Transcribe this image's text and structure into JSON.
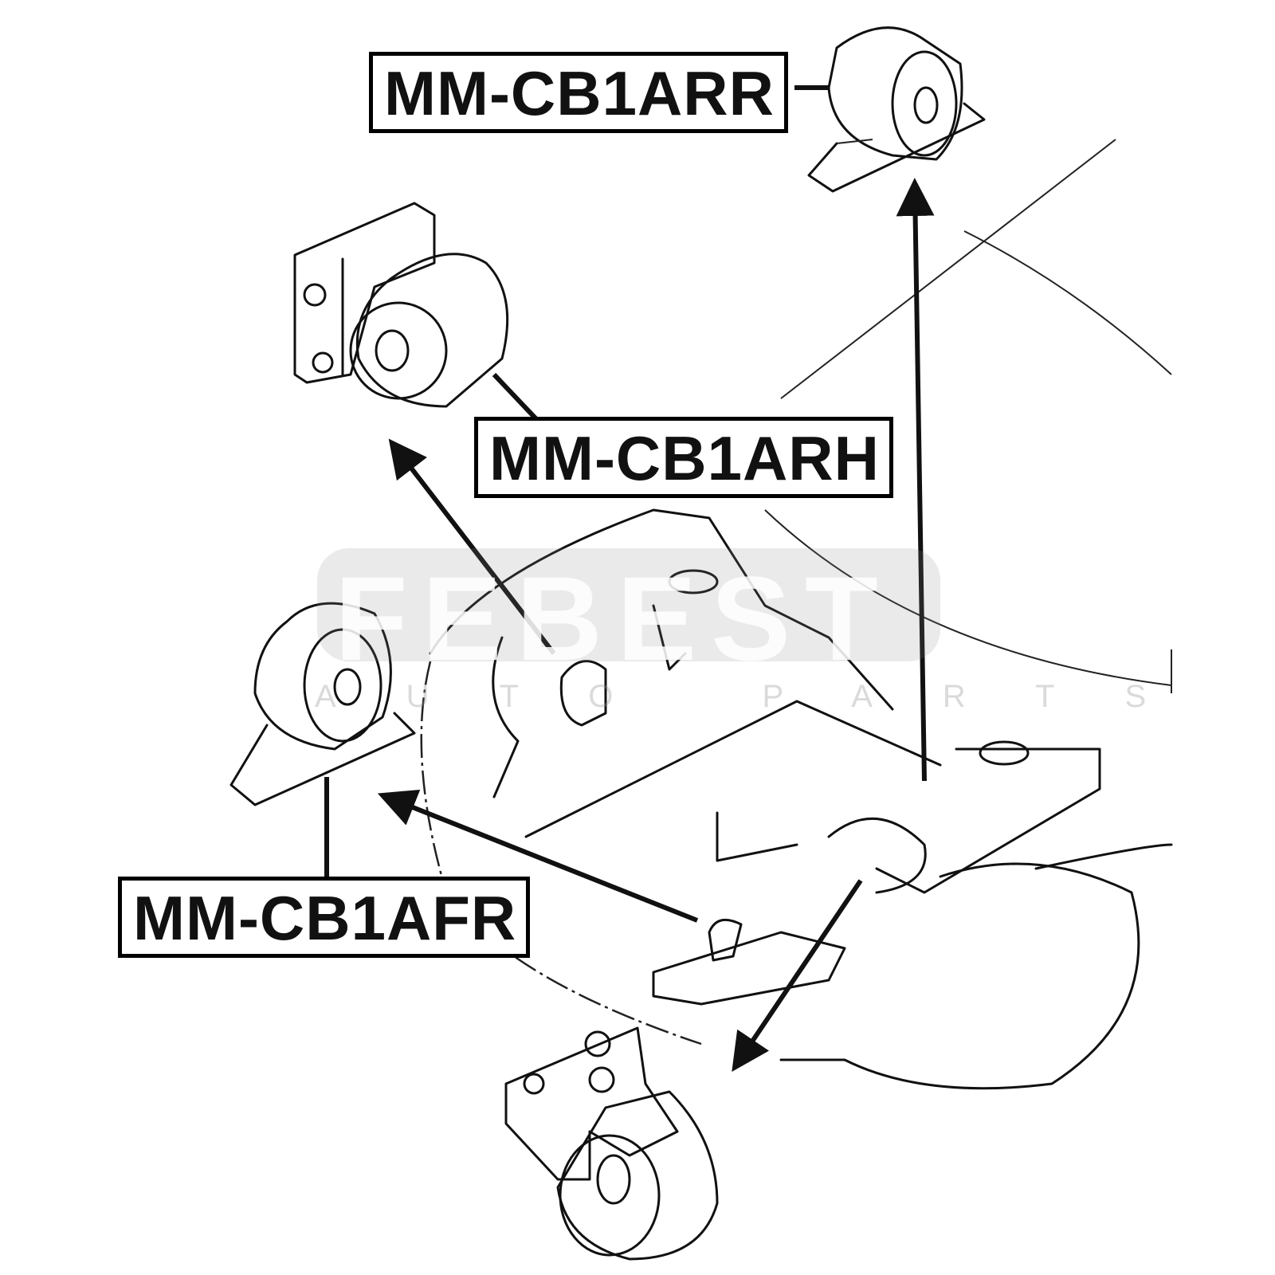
{
  "labels": {
    "rear_mount": "MM-CB1ARR",
    "right_mount": "MM-CB1ARH",
    "front_mount": "MM-CB1AFR"
  },
  "watermark": {
    "brand": "FEBEST",
    "tagline": "AUTO PARTS"
  }
}
